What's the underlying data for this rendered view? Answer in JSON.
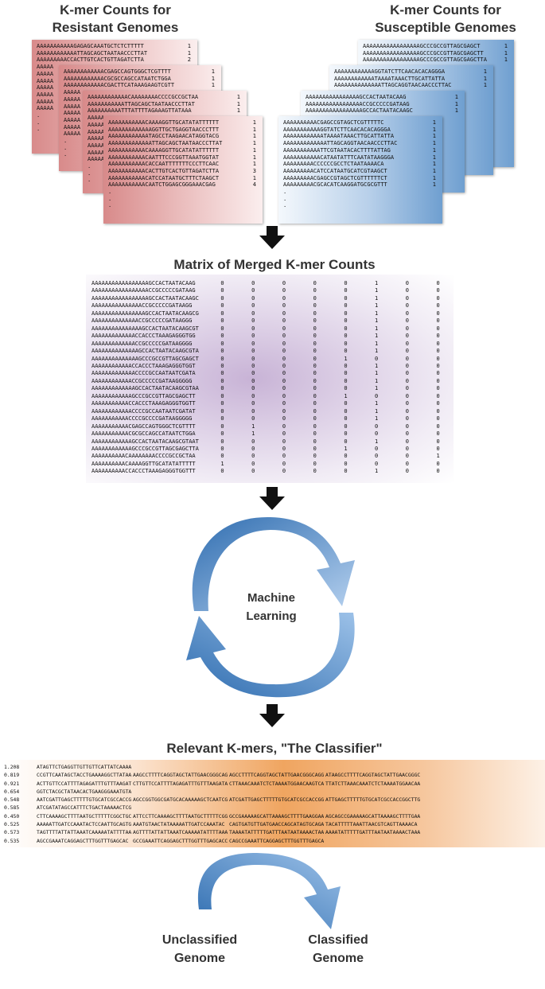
{
  "titles": {
    "resistant": "K-mer Counts for Resistant Genomes",
    "resistant_line1": "K-mer Counts for",
    "resistant_line2": "Resistant Genomes",
    "susceptible_line1": "K-mer Counts for",
    "susceptible_line2": "Susceptible Genomes",
    "matrix": "Matrix of Merged K-mer Counts",
    "ml_line1": "Machine",
    "ml_line2": "Learning",
    "classifier": "Relevant K-mers, \"The Classifier\"",
    "unclassified_line1": "Unclassified",
    "unclassified_line2": "Genome",
    "classified_line1": "Classified",
    "classified_line2": "Genome"
  },
  "resistant_cards": [
    {
      "rows": [
        [
          "AAAAAAAAAAAGAGAGCAAATGCTCTCTTTTT",
          "1"
        ],
        [
          "AAAAAAAAAAAATTAGCAGCTAATAACCCTTAT",
          "1"
        ],
        [
          "AAAAAAAAACCACTTGTCACTGTTAGATCTTA",
          "2"
        ],
        [
          "AAAAA",
          ""
        ],
        [
          "AAAAA",
          ""
        ],
        [
          "AAAAA",
          ""
        ],
        [
          "AAAAA",
          ""
        ],
        [
          "AAAAA",
          ""
        ],
        [
          "AAAAA",
          ""
        ],
        [
          "AAAAA",
          ""
        ]
      ],
      "dots": ".\n.\n."
    },
    {
      "rows": [
        [
          "AAAAAAAAAAAACGAGCCAGTGGGCTCGTTTT",
          "1"
        ],
        [
          "AAAAAAAAAAAACGCGCCAGCCATAATCTGGA",
          "1"
        ],
        [
          "AAAAAAAAAAAACGACTTCATAAAGAAGTCGTT",
          "1"
        ],
        [
          "AAAAA",
          ""
        ],
        [
          "AAAAA",
          ""
        ],
        [
          "AAAAA",
          ""
        ],
        [
          "AAAAA",
          ""
        ],
        [
          "AAAAA",
          ""
        ],
        [
          "AAAAA",
          ""
        ],
        [
          "AAAAA",
          ""
        ]
      ],
      "dots": ".\n.\n."
    },
    {
      "rows": [
        [
          "AAAAAAAAAAAACAAAAAAAACCCCGCCGCTAA",
          "1"
        ],
        [
          "AAAAAAAAAAATTAGCAGCTAATAACCCTTAT",
          "1"
        ],
        [
          "AAAAAAAAAATTTATTTTAGAAAGTTATAAA",
          "1"
        ],
        [
          "AAAAA",
          ""
        ],
        [
          "AAAAA",
          ""
        ],
        [
          "AAAAA",
          ""
        ],
        [
          "AAAAA",
          ""
        ],
        [
          "AAAAA",
          ""
        ],
        [
          "AAAAA",
          ""
        ],
        [
          "AAAAA",
          ""
        ]
      ],
      "dots": ".\n.\n."
    },
    {
      "rows": [
        [
          "AAAAAAAAAAACAAAAGGTTGCATATATTTTTT",
          "1"
        ],
        [
          "AAAAAAAAAAAAAGGTTGCTGAGGTAACCCTTT",
          "1"
        ],
        [
          "AAAAAAAAAAAATAGCCTAAGAACATAGGTACG",
          "1"
        ],
        [
          "AAAAAAAAAAAAATTAGCAGCTAATAACCCTTAT",
          "1"
        ],
        [
          "AAAAAAAAAAACAAAAGGTTGCATATATTTTTT",
          "1"
        ],
        [
          "AAAAAAAAAAACAATTTCCCGGTTAAATGGTAT",
          "1"
        ],
        [
          "AAAAAAAAAAACACCAATTTTTTTCCCTTCAAC",
          "1"
        ],
        [
          "AAAAAAAAAAACACTTGTCACTGTTAGATCTTA",
          "3"
        ],
        [
          "AAAAAAAAAAACATCCATAATGCTTTCTAAGCT",
          "1"
        ],
        [
          "AAAAAAAAAAACAATCTGGAGCGGGAAACGAG",
          "4"
        ]
      ],
      "dots": ".\n.\n."
    }
  ],
  "susceptible_cards": [
    {
      "rows": [
        [
          "AAAAAAAAAAAAAAAAAGCCCGCCGTTAGCGAGCT",
          "1"
        ],
        [
          "AAAAAAAAAAAAAAAAAGCCCGCCGTTAGCGAGCTT",
          "1"
        ],
        [
          "AAAAAAAAAAAAAAAAAGCCCGCCGTTAGCGAGCTTA",
          "1"
        ],
        [
          "",
          ""
        ],
        [
          "",
          ""
        ],
        [
          "",
          ""
        ],
        [
          "",
          ""
        ],
        [
          "",
          ""
        ],
        [
          "",
          ""
        ],
        [
          "",
          ""
        ]
      ],
      "dots": ""
    },
    {
      "rows": [
        [
          "AAAAAAAAAAAAGGTATCTTCAACACACAGGGA",
          "1"
        ],
        [
          "AAAAAAAAAAAATAAAATAAACTTGCATTATTA",
          "1"
        ],
        [
          "AAAAAAAAAAAAAATTAGCAGGTAACAACCCTTAC",
          "1"
        ],
        [
          "",
          ""
        ],
        [
          "",
          ""
        ],
        [
          "",
          ""
        ],
        [
          "",
          ""
        ],
        [
          "",
          ""
        ],
        [
          "",
          ""
        ],
        [
          "",
          ""
        ]
      ],
      "dots": ""
    },
    {
      "rows": [
        [
          "AAAAAAAAAAAAAAAAGCCACTAATACAAG",
          "1"
        ],
        [
          "AAAAAAAAAAAAAAAAACCGCCCCCGATAAG",
          "1"
        ],
        [
          "AAAAAAAAAAAAAAAAAGCCACTAATACAAGC",
          "1"
        ],
        [
          "",
          ""
        ],
        [
          "",
          ""
        ],
        [
          "",
          ""
        ],
        [
          "",
          ""
        ],
        [
          "",
          ""
        ],
        [
          "",
          ""
        ],
        [
          "",
          ""
        ]
      ],
      "dots": ""
    },
    {
      "rows": [
        [
          "AAAAAAAAAACGAGCCGTAGCTCGTTTTTC",
          "1"
        ],
        [
          "AAAAAAAAAAAGGTATCTTCAACACACAGGGA",
          "1"
        ],
        [
          "AAAAAAAAAAAATAAAATAAACTTGCATTATTA",
          "1"
        ],
        [
          "AAAAAAAAAAAAATTAGCAGGTAACAACCCTTAC",
          "1"
        ],
        [
          "AAAAAAAAAAATTCGTAATACACTTTTATTAG",
          "1"
        ],
        [
          "AAAAAAAAAAACATAATATTTCAATATAAGGGA",
          "1"
        ],
        [
          "AAAAAAAAACCCCCCGCCTCTAATAAAACA",
          "1"
        ],
        [
          "AAAAAAAAACATCCATAATGCATCGTAAGCT",
          "1"
        ],
        [
          "AAAAAAAAACGAGCCGTAGCTCGTTTTTTCT",
          "1"
        ],
        [
          "AAAAAAAAACGCACATCAAGGATGCGCGTTT",
          "1"
        ]
      ],
      "dots": ".\n.\n."
    }
  ],
  "matrix_rows": [
    [
      "AAAAAAAAAAAAAAAAAGCCACTAATACAAG",
      "0",
      "0",
      "0",
      "0",
      "0",
      "1",
      "0",
      "0"
    ],
    [
      "AAAAAAAAAAAAAAAAACCGCCCCCGATAAG",
      "0",
      "0",
      "0",
      "0",
      "0",
      "1",
      "0",
      "0"
    ],
    [
      "AAAAAAAAAAAAAAAAAGCCACTAATACAAGC",
      "0",
      "0",
      "0",
      "0",
      "0",
      "1",
      "0",
      "0"
    ],
    [
      "AAAAAAAAAAAAAAACCGCCCCCGATAAGG",
      "0",
      "0",
      "0",
      "0",
      "0",
      "1",
      "0",
      "0"
    ],
    [
      "AAAAAAAAAAAAAAAAGCCACTAATACAAGCG",
      "0",
      "0",
      "0",
      "0",
      "0",
      "1",
      "0",
      "0"
    ],
    [
      "AAAAAAAAAAAAAACCGCCCCCGATAAGGG",
      "0",
      "0",
      "0",
      "0",
      "0",
      "1",
      "0",
      "0"
    ],
    [
      "AAAAAAAAAAAAAAAGCCACTAATACAAGCGT",
      "0",
      "0",
      "0",
      "0",
      "0",
      "1",
      "0",
      "0"
    ],
    [
      "AAAAAAAAAAAAACCACCCTAAAGAGGGTGG",
      "0",
      "0",
      "0",
      "0",
      "0",
      "1",
      "0",
      "0"
    ],
    [
      "AAAAAAAAAAAAACCGCCCCCGATAAGGGG",
      "0",
      "0",
      "0",
      "0",
      "0",
      "1",
      "0",
      "0"
    ],
    [
      "AAAAAAAAAAAAAAGCCACTAATACAAGCGTA",
      "0",
      "0",
      "0",
      "0",
      "0",
      "1",
      "0",
      "0"
    ],
    [
      "AAAAAAAAAAAAAAGCCCGCCGTTAGCGAGCT",
      "0",
      "0",
      "0",
      "0",
      "1",
      "0",
      "0",
      "0"
    ],
    [
      "AAAAAAAAAAAACCACCCTAAAGAGGGTGGT",
      "0",
      "0",
      "0",
      "0",
      "0",
      "1",
      "0",
      "0"
    ],
    [
      "AAAAAAAAAAAAACCCCGCCAATAATCGATA",
      "0",
      "0",
      "0",
      "0",
      "0",
      "1",
      "0",
      "0"
    ],
    [
      "AAAAAAAAAAAACCGCCCCCGATAAGGGGG",
      "0",
      "0",
      "0",
      "0",
      "0",
      "1",
      "0",
      "0"
    ],
    [
      "AAAAAAAAAAAAAGCCACTAATACAAGCGTAA",
      "0",
      "0",
      "0",
      "0",
      "0",
      "1",
      "0",
      "0"
    ],
    [
      "AAAAAAAAAAAAGCCCGCCGTTAGCGAGCTT",
      "0",
      "0",
      "0",
      "0",
      "1",
      "0",
      "0",
      "0"
    ],
    [
      "AAAAAAAAAAACCACCCTAAAGAGGGTGGTT",
      "0",
      "0",
      "0",
      "0",
      "0",
      "1",
      "0",
      "0"
    ],
    [
      "AAAAAAAAAAAACCCCGCCAATAATCGATAT",
      "0",
      "0",
      "0",
      "0",
      "0",
      "1",
      "0",
      "0"
    ],
    [
      "AAAAAAAAAAACCCCGCCCCGATAAGGGGG",
      "0",
      "0",
      "0",
      "0",
      "0",
      "1",
      "0",
      "0"
    ],
    [
      "AAAAAAAAAAACGAGCCAGTGGGCTCGTTTT",
      "0",
      "1",
      "0",
      "0",
      "0",
      "0",
      "0",
      "0"
    ],
    [
      "AAAAAAAAAAACGCGCCAGCCATAATCTGGA",
      "0",
      "1",
      "0",
      "0",
      "0",
      "0",
      "0",
      "0"
    ],
    [
      "AAAAAAAAAAAAGCCACTAATACAAGCGTAAT",
      "0",
      "0",
      "0",
      "0",
      "0",
      "1",
      "0",
      "0"
    ],
    [
      "AAAAAAAAAAAAGCCCGCCGTTAGCGAGCTTA",
      "0",
      "0",
      "0",
      "0",
      "1",
      "0",
      "0",
      "0"
    ],
    [
      "AAAAAAAAAACAAAAAAAACCCCGCCGCTAA",
      "0",
      "0",
      "0",
      "0",
      "0",
      "0",
      "0",
      "1"
    ],
    [
      "AAAAAAAAAACAAAAGGTTGCATATATTTTT",
      "1",
      "0",
      "0",
      "0",
      "0",
      "0",
      "0",
      "0"
    ],
    [
      "AAAAAAAAAACCACCCTAAAGAGGGTGGTTT",
      "0",
      "0",
      "0",
      "0",
      "0",
      "1",
      "0",
      "0"
    ]
  ],
  "classifier_rows": [
    [
      "1.208",
      "ATAGTTCTGAGGTTGTTGTTCATTATCAAAA",
      "",
      "",
      ""
    ],
    [
      "0.819",
      "CCGTTCAATAGCTACCTGAAAAGGCTTATAA",
      "AAGCCTTTTCAGGTAGCTATTGAACGGGCAG",
      "AGCCTTTTCAGGTAGCTATTGAACGGGCAGG",
      "ATAAGCCTTTTCAGGTAGCTATTGAACGGGC"
    ],
    [
      "0.921",
      "ACTTGTTCCATTTTAGAGATTTGTTTAAGAT",
      "CTTGTTCCATTTTAGAGATTTGTTTAAGATA",
      "CTTAAACAAATCTCTAAAATGGAACAAGTCA",
      "TTATCTTAAACAAATCTCTAAAATGGAACAA"
    ],
    [
      "0.654",
      "GGTCTACGCTATAACACTGAAGGGAAATGTA",
      "",
      "",
      ""
    ],
    [
      "0.548",
      "AATCGATTGAGCTTTTTGTGCATCGCCACCG",
      "AGCCGGTGGCGATGCACAAAAAGCTCAATCG",
      "ATCGATTGAGCTTTTTGTGCATCGCCACCGG",
      "ATTGAGCTTTTTGTGCATCGCCACCGGCTTG"
    ],
    [
      "0.585",
      "ATCGATATAGCCATTTCTGACTAAAAACTCG",
      "",
      "",
      ""
    ],
    [
      "0.450",
      "CTTCAAAAGCTTTTAATGCTTTTTCGGCTGC",
      "ATTCCTTCAAAAGCTTTTAATGCTTTTTCGG",
      "GCCGAAAAAGCATTAAAAGCTTTTGAAGGAA",
      "AGCAGCCGAAAAAGCATTAAAAGCTTTTGAA"
    ],
    [
      "0.525",
      "AAAAATTGATCCAAATACTCCAATTGCAGTG",
      "AAATGTAACTATAAAAATTGATCCAAATAC",
      "CAGTGATGTTGATGAACCAGCATAGTGCAGA",
      "TACATTTTTAAATTAACGTCAGTTAAAACA"
    ],
    [
      "0.573",
      "TAGTTTTATTATTAAATCAAAAATATTTTAA",
      "AGTTTTATTATTAAATCAAAAATATTTTAAA",
      "TAAAATATTTTTGATTTAATAATAAAACTAA",
      "AAAATATTTTTGATTTAATAATAAAACTAAA"
    ],
    [
      "0.535",
      "AGCCGAAATCAGGAGCTTTGGTTTGAGCAC",
      "GCCGAAATTCAGGAGCTTTGGTTTGAGCACC",
      "CAGCCGAAATTCAGGAGCTTTGGTTTGAGCA",
      ""
    ]
  ],
  "colors": {
    "resistant": "#d88a8a",
    "susceptible": "#6f9fd0",
    "matrix": "#c8b3d6",
    "classifier": "#f0a560",
    "cycle_arrow": "#4f86c4"
  }
}
